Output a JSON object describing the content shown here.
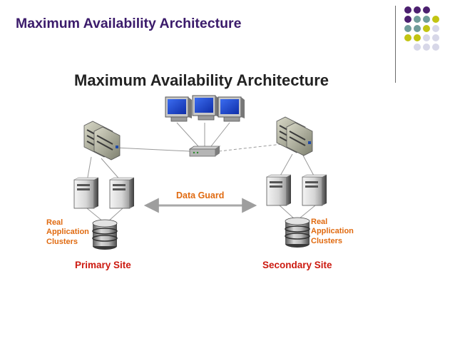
{
  "slide": {
    "title": "Maximum Availability Architecture"
  },
  "diagram": {
    "title": "Maximum Availability Architecture",
    "data_guard_label": "Data Guard",
    "primary": {
      "rac_line1": "Real",
      "rac_line2": "Application",
      "rac_line3": "Clusters",
      "site_label": "Primary Site"
    },
    "secondary": {
      "rac_line1": "Real",
      "rac_line2": "Application",
      "rac_line3": "Clusters",
      "site_label": "Secondary Site"
    }
  },
  "colors": {
    "title": "#3b1b6b",
    "accent_orange": "#e06a10",
    "site_red": "#cc1a10",
    "dot_purple": "#4b1f6f",
    "dot_teal": "#6f9c9a",
    "dot_olive": "#c2c412",
    "dot_lavender": "#d7d7e8"
  }
}
